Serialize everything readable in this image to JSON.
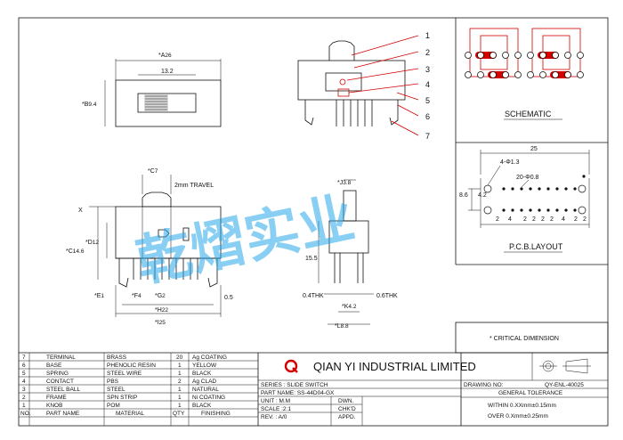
{
  "top_view": {
    "dim_a": "*A",
    "dim_a_val": "26",
    "dim_inner": "13.2",
    "dim_b": "*B",
    "dim_b_val": "9.4"
  },
  "side_view": {
    "callouts": [
      "1",
      "2",
      "3",
      "4",
      "5",
      "6",
      "7"
    ]
  },
  "front_view": {
    "dim_c7": "*C",
    "dim_c7_val": "7",
    "travel": "2mm  TRAVEL",
    "x_label": "X",
    "dim_c": "*C",
    "dim_c_val": "14.6",
    "dim_d": "*D",
    "dim_d_val": "12",
    "dim_e": "*E",
    "dim_e_val": "1",
    "dim_f": "*F",
    "dim_f_val": "4",
    "dim_g": "*G",
    "dim_g_val": "2",
    "dim_05": "0.5",
    "dim_h": "*H",
    "dim_h_val": "22",
    "dim_i": "*I",
    "dim_i_val": "25"
  },
  "end_view": {
    "dim_j": "*J",
    "dim_j_val": "3.8",
    "dim_155": "15.5",
    "thk1": "0.4THK",
    "thk2": "0.6THK",
    "dim_k": "*K",
    "dim_k_val": "4.2",
    "dim_l": "*L",
    "dim_l_val": "8.8"
  },
  "schematic": {
    "title": "SCHEMATIC"
  },
  "pcb": {
    "title": "P.C.B.LAYOUT",
    "dim_25": "25",
    "dim_hole": "4-Φ1.3",
    "dim_pins": "20-Φ0.8",
    "dim_86": "8.6",
    "dim_42": "4.2",
    "pitch": [
      "2",
      "4",
      "2",
      "2",
      "2",
      "2",
      "4",
      "2",
      "2"
    ]
  },
  "watermark": "乾熠实业",
  "critical": "* CRITICAL  DIMENSION",
  "bom": [
    {
      "no": "7",
      "part": "TERMINAL",
      "material": "BRASS",
      "qty": "20",
      "finish": "Ag COATING"
    },
    {
      "no": "6",
      "part": "BASE",
      "material": "PHENOLIC RESIN",
      "qty": "1",
      "finish": "YELLOW"
    },
    {
      "no": "5",
      "part": "SPRING",
      "material": "STEEL WIRE",
      "qty": "1",
      "finish": "BLACK"
    },
    {
      "no": "4",
      "part": "CONTACT",
      "material": "PBS",
      "qty": "2",
      "finish": "Ag CLAD"
    },
    {
      "no": "3",
      "part": "STEEL BALL",
      "material": "STEEL",
      "qty": "1",
      "finish": "NATURAL"
    },
    {
      "no": "2",
      "part": "FRAME",
      "material": "SPN STRIP",
      "qty": "1",
      "finish": "Ni COATING"
    },
    {
      "no": "1",
      "part": "KNOB",
      "material": "POM",
      "qty": "1",
      "finish": "BLACK"
    }
  ],
  "bom_header": {
    "no": "NO.",
    "part": "PART NAME",
    "material": "MATERIAL",
    "qty": "QTY",
    "finish": "FINISHING"
  },
  "title_block": {
    "company": "QIAN YI INDUSTRIAL LIMITED",
    "logo": "Q",
    "drawing_no_label": "DRAWING NO:",
    "drawing_no": "QY-ENL-40025",
    "series": "SERIES : SLIDE SWITCH",
    "part_name": "PART NAME: SS-44D04-GX",
    "unit": "UNIT : M.M",
    "scale": "SCALE :2:1",
    "rev": "REV. : A/0",
    "dwn": "DWN.",
    "chkd": "CHK'D",
    "appd": "APPD.",
    "tolerance_title": "GENERAL TOLERANCE",
    "tol1": "WITHIN 0.XXmm±0.15mm",
    "tol2": "OVER   0.Xmm±0.25mm"
  }
}
